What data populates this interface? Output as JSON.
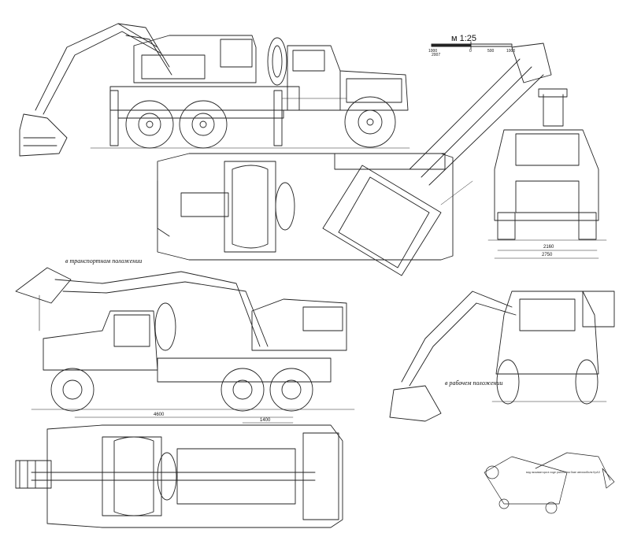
{
  "scale": {
    "label": "м 1:25",
    "ticks": [
      "1000",
      "0",
      "500",
      "1000"
    ],
    "sub": "2007"
  },
  "labels": {
    "transport": "в транспортном положении",
    "working": "в рабочем положении"
  },
  "dimensions": {
    "track": "2160",
    "width": "2750",
    "base": "4600",
    "rear_base": "1400"
  },
  "note": "вид экскаватора в ходе работы на базе автомобиля КрАЗ"
}
